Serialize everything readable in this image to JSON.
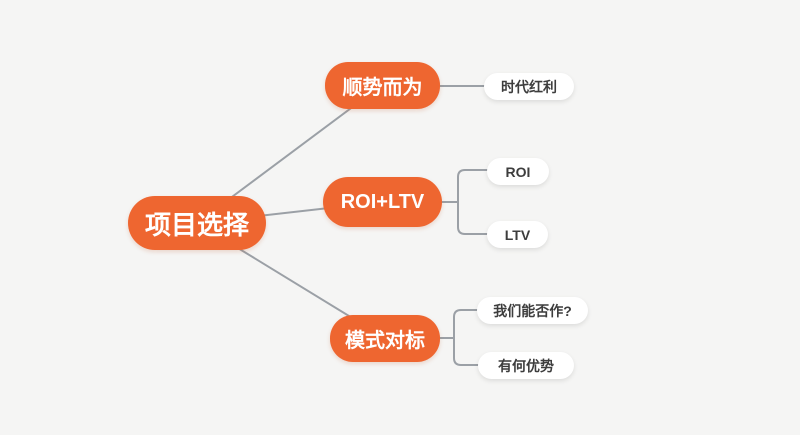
{
  "canvas": {
    "background_color": "#f5f5f4"
  },
  "colors": {
    "node_orange": "#ee6630",
    "node_white": "#ffffff",
    "connector_gray": "#9ba0a6",
    "text_on_orange": "#ffffff",
    "text_dark": "#3d3d3d"
  },
  "mindmap": {
    "root": {
      "label": "项目选择"
    },
    "branches": [
      {
        "label": "顺势而为",
        "children": [
          {
            "label": "时代红利"
          }
        ]
      },
      {
        "label": "ROI+LTV",
        "children": [
          {
            "label": "ROI"
          },
          {
            "label": "LTV"
          }
        ]
      },
      {
        "label": "模式对标",
        "children": [
          {
            "label": "我们能否作?"
          },
          {
            "label": "有何优势"
          }
        ]
      }
    ]
  }
}
